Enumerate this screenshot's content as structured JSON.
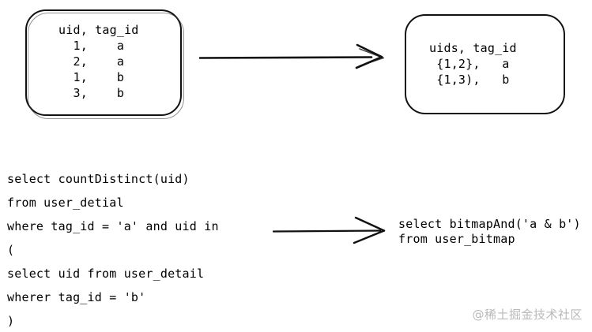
{
  "diagram": {
    "source_box": {
      "name": "source-table",
      "lines": [
        "uid, tag_id",
        "  1,    a",
        "  2,    a",
        "  1,    b",
        "  3,    b"
      ]
    },
    "result_box": {
      "name": "aggregated-table",
      "lines": [
        "uids, tag_id",
        " {1,2},   a",
        " {1,3),   b"
      ]
    },
    "arrows": [
      {
        "name": "transform-arrow-top",
        "direction": "right"
      },
      {
        "name": "transform-arrow-bottom",
        "direction": "right"
      }
    ],
    "sql_before": {
      "name": "count-distinct-query",
      "lines": [
        "select countDistinct(uid)",
        "from user_detial",
        "where tag_id = 'a' and uid in",
        "(",
        "select uid from user_detail",
        "wherer tag_id = 'b'",
        ")"
      ]
    },
    "sql_after": {
      "name": "bitmap-query",
      "lines": [
        "select bitmapAnd('a & b')",
        "from user_bitmap"
      ]
    },
    "watermark": "@稀土掘金技术社区"
  },
  "colors": {
    "background": "#ffffff",
    "stroke": "#111111",
    "text": "#000000",
    "watermark": "#b9b9b9"
  }
}
